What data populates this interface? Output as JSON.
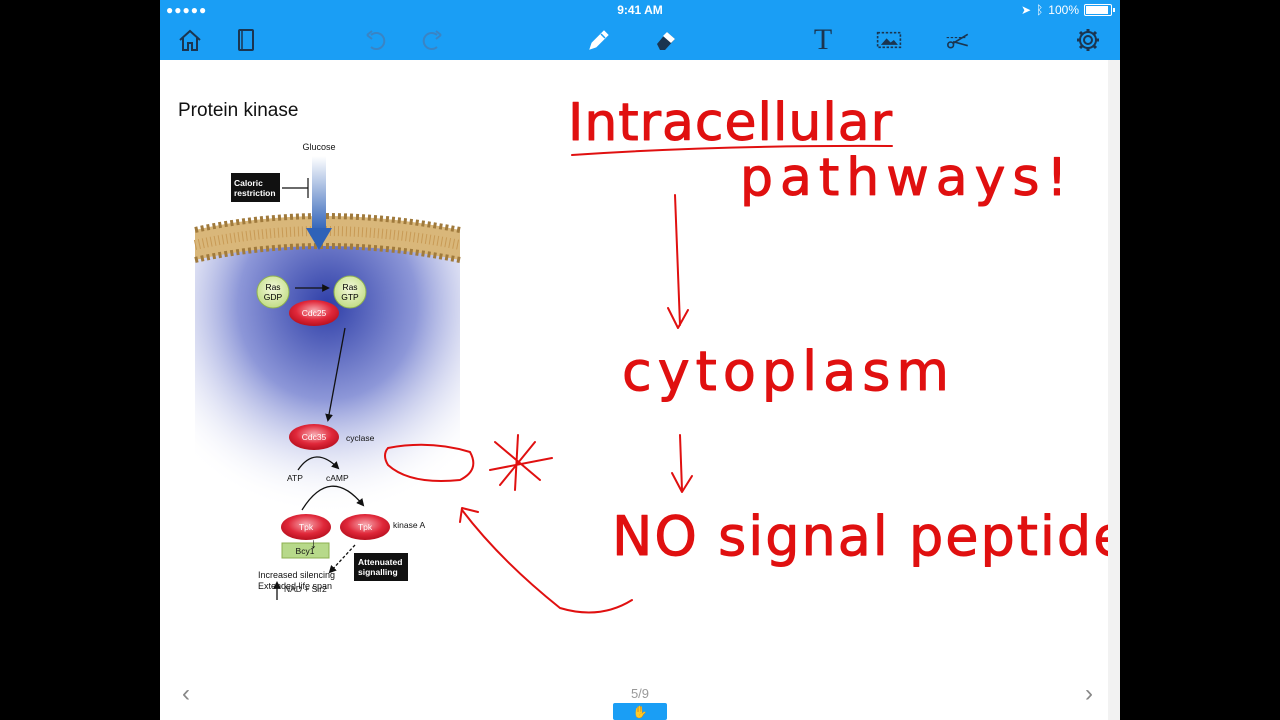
{
  "status": {
    "carrier": "●●●●● ",
    "time": "9:41 AM",
    "battery": "100%",
    "battery_level": 1.0
  },
  "toolbar": {
    "home": "home-icon",
    "pages": "pages-icon",
    "undo": "undo-icon",
    "redo": "redo-icon",
    "pen": "pen-icon",
    "eraser": "eraser-icon",
    "text_label": "T",
    "image": "image-icon",
    "scissors": "scissors-icon",
    "settings": "gear-icon"
  },
  "slide": {
    "title": "Protein kinase",
    "diagram": {
      "glucose": "Glucose",
      "caloric_1": "Caloric",
      "caloric_2": "restriction",
      "ras_gdp_1": "Ras",
      "ras_gdp_2": "GDP",
      "ras_gtp_1": "Ras",
      "ras_gtp_2": "GTP",
      "cdc25": "Cdc25",
      "cdc35": "Cdc35",
      "cyclase": "cyclase",
      "atp": "ATP",
      "camp": "cAMP",
      "tpk_left": "Tpk",
      "tpk_right": "Tpk",
      "kinase_a": "kinase A",
      "bcy1": "Bcy1",
      "attenuated_1": "Attenuated",
      "attenuated_2": "signalling",
      "nad": "NAD + Sir2",
      "silencing": "Increased silencing",
      "lifespan": "Extended life span"
    }
  },
  "handwriting": {
    "line1": "Intracellular",
    "line2": "pathways!",
    "line3": "cytoplasm",
    "line4": "NO signal peptide",
    "ink_color": "#e01010"
  },
  "footer": {
    "page": "5/9",
    "prev": "‹",
    "next": "›",
    "hand": "✋"
  },
  "colors": {
    "accent": "#1a9ef5",
    "icon": "#1b3550"
  }
}
